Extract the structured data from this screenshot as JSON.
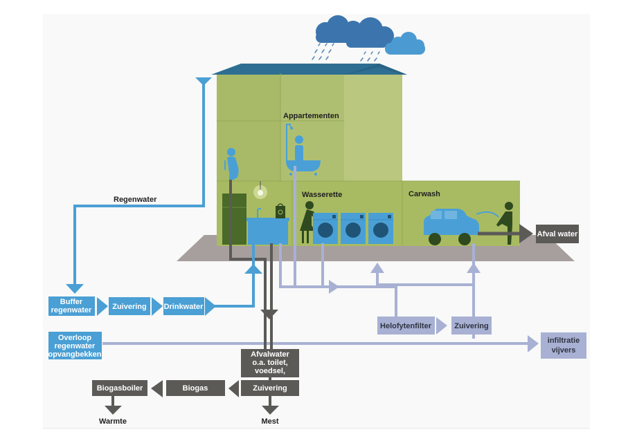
{
  "title": "Water cycle diagram of building complex",
  "colors": {
    "background": "#ffffff",
    "panel_bg": "#f7f8f7",
    "rain_blue": "#4a9fd4",
    "cloud_dark": "#3c75ad",
    "cloud_light": "#4b9bd2",
    "roof": "#2e6e92",
    "building_green": "#a9bb6c",
    "building_green_light": "#b9c688",
    "floor_grey": "#a79e9e",
    "greywater": "#a8b1d3",
    "blackwater": "#5b5a57",
    "dark_green": "#2f4a1f",
    "appliance_blue": "#4ca0d6"
  },
  "building": {
    "labels": {
      "apartments": "Appartementen",
      "laundromat": "Wasserette",
      "carwash": "Carwash"
    }
  },
  "rainwater": {
    "pipe_label": "Regenwater",
    "chain": [
      {
        "label_lines": [
          "Buffer",
          "regenwater"
        ]
      },
      {
        "label_lines": [
          "Zuivering"
        ]
      },
      {
        "label_lines": [
          "Drinkwater"
        ]
      }
    ],
    "overflow": {
      "label_lines": [
        "Overloop",
        "regenwater",
        "opvangbekken"
      ]
    }
  },
  "greywater": {
    "chain": [
      {
        "label_lines": [
          "Helofytenfilter"
        ]
      },
      {
        "label_lines": [
          "Zuivering"
        ]
      }
    ],
    "infiltration": {
      "label_lines": [
        "infiltratie",
        "vijvers"
      ]
    }
  },
  "carwash_output": {
    "label_lines": [
      "Afval water"
    ]
  },
  "blackwater": {
    "source": {
      "label_lines": [
        "Afvalwater",
        "o.a. toilet,",
        "voedsel,"
      ]
    },
    "chain": [
      {
        "label_lines": [
          "Zuivering"
        ]
      },
      {
        "label_lines": [
          "Biogas"
        ]
      },
      {
        "label_lines": [
          "Biogasboiler"
        ]
      }
    ],
    "outputs": {
      "heat": "Warmte",
      "manure": "Mest"
    }
  }
}
